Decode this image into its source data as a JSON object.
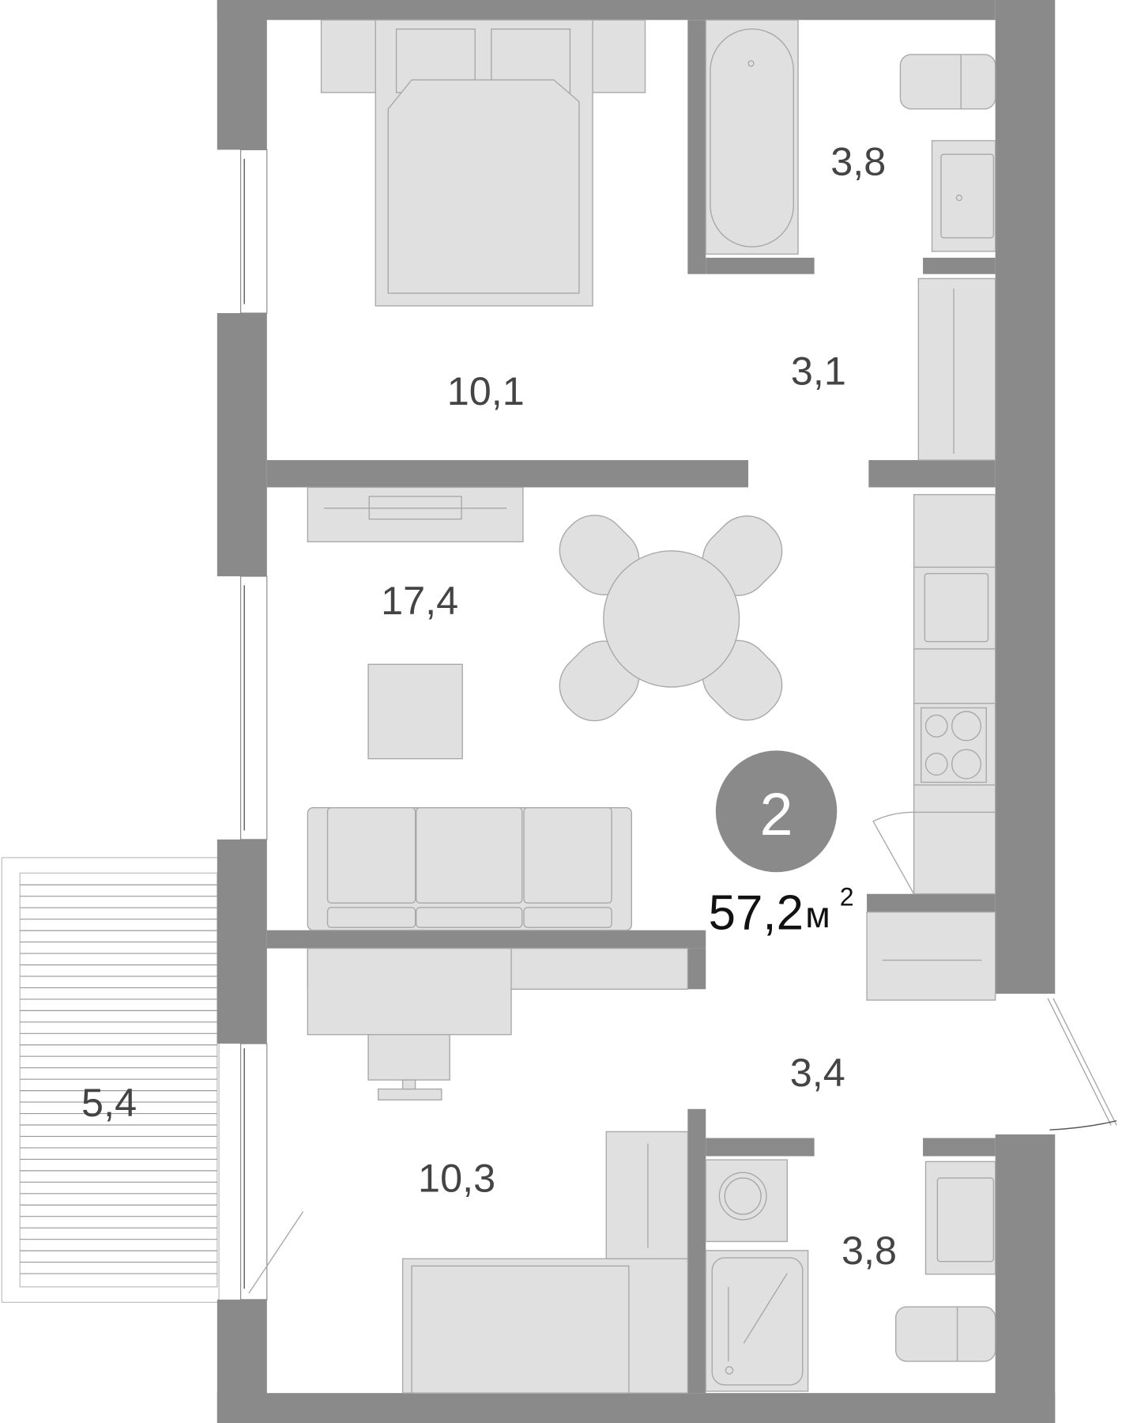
{
  "plan": {
    "rooms_count": "2",
    "total_area": "57,2",
    "total_unit": "м",
    "total_unit_sup": "2",
    "colors": {
      "wall": "#8a8a8a",
      "furniture": "#e0e0e0",
      "label": "#444444",
      "badge": "#8a8a8a"
    }
  },
  "rooms": [
    {
      "name": "bedroom",
      "area": "10,1"
    },
    {
      "name": "bathroom-top",
      "area": "3,8"
    },
    {
      "name": "corridor-top",
      "area": "3,1"
    },
    {
      "name": "living-kitchen",
      "area": "17,4"
    },
    {
      "name": "hallway",
      "area": "3,4"
    },
    {
      "name": "bedroom-small",
      "area": "10,3"
    },
    {
      "name": "bathroom-bottom",
      "area": "3,8"
    },
    {
      "name": "balcony",
      "area": "5,4"
    }
  ]
}
